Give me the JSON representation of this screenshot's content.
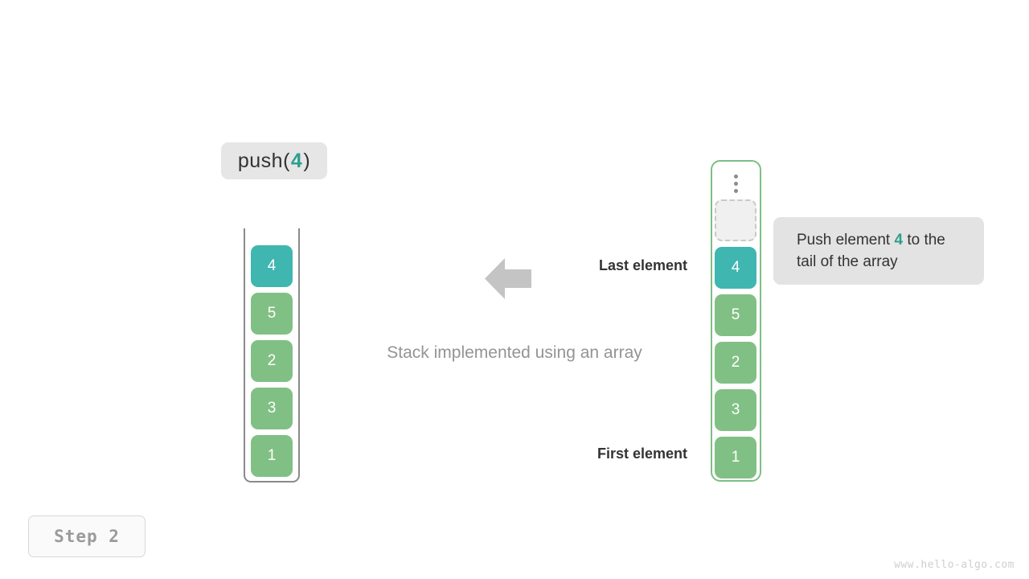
{
  "operation": {
    "prefix": "push(",
    "value": "4",
    "suffix": ")"
  },
  "stack": {
    "caption": "Stack implemented using an array",
    "cells": [
      {
        "value": "4",
        "color": "teal"
      },
      {
        "value": "5",
        "color": "green"
      },
      {
        "value": "2",
        "color": "green"
      },
      {
        "value": "3",
        "color": "green"
      },
      {
        "value": "1",
        "color": "green"
      }
    ]
  },
  "labels": {
    "last_element": "Last element",
    "first_element": "First element"
  },
  "array": {
    "overflow_icon": "vertical-ellipsis-icon",
    "empty_slot_label": "",
    "cells": [
      {
        "value": "4",
        "color": "teal"
      },
      {
        "value": "5",
        "color": "green"
      },
      {
        "value": "2",
        "color": "green"
      },
      {
        "value": "3",
        "color": "green"
      },
      {
        "value": "1",
        "color": "green"
      }
    ]
  },
  "tooltip": {
    "part1": "Push element ",
    "accent": "4",
    "part2": " to the tail of the array"
  },
  "step": {
    "label": "Step 2"
  },
  "watermark": {
    "text": "www.hello-algo.com"
  },
  "colors": {
    "teal": "#3fb6b0",
    "green": "#81c085",
    "accent_text": "#2e9e8f",
    "arrow": "#c4c4c4",
    "frame_gray": "#8a8a8a",
    "frame_green": "#7fbe84",
    "chip_bg": "#e6e6e6",
    "tooltip_bg": "#e3e3e3"
  }
}
